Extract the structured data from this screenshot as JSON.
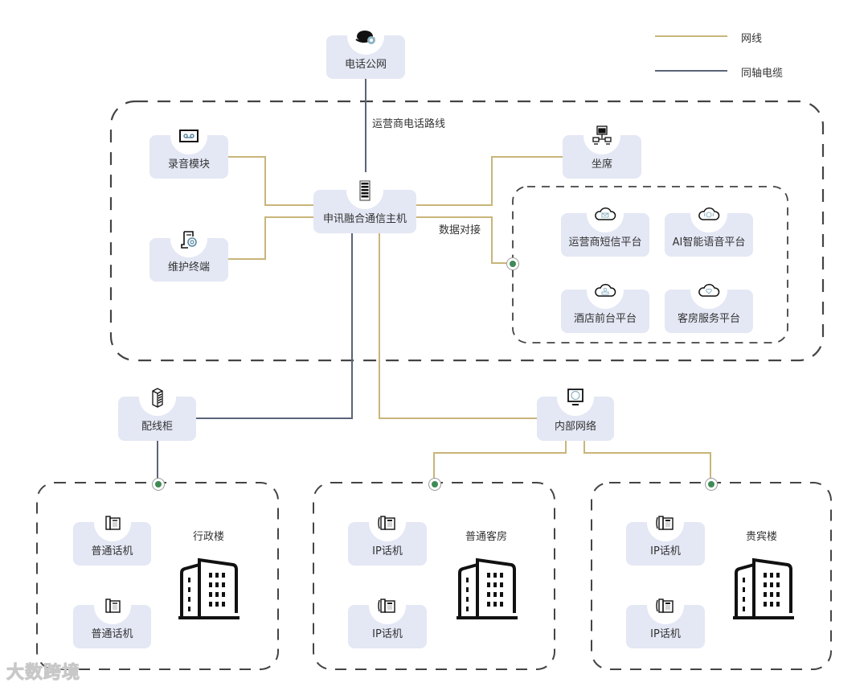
{
  "legend": {
    "items": [
      {
        "label": "网线",
        "color": "#c9b57a"
      },
      {
        "label": "同轴电缆",
        "color": "#5b6478"
      }
    ]
  },
  "colors": {
    "node_bg": "#e4e7f4",
    "network_line": "#c9b57a",
    "coax_line": "#5b6478",
    "dashed_border": "#444444",
    "port_dot": "#3f8a55"
  },
  "nodes": {
    "pstn": {
      "label": "电话公网",
      "icon": "globe-phone-icon"
    },
    "recording": {
      "label": "录音模块",
      "icon": "voicemail-icon"
    },
    "maintenance": {
      "label": "维护终端",
      "icon": "document-gear-icon"
    },
    "host": {
      "label": "申讯融合通信主机",
      "icon": "server-icon"
    },
    "seat": {
      "label": "坐席",
      "icon": "workstation-network-icon"
    },
    "sms": {
      "label": "运营商短信平台",
      "icon": "cloud-mail-icon"
    },
    "ai_voice": {
      "label": "AI智能语音平台",
      "icon": "cloud-ai-voice-icon"
    },
    "front_desk": {
      "label": "酒店前台平台",
      "icon": "cloud-reception-icon"
    },
    "room_service": {
      "label": "客房服务平台",
      "icon": "cloud-heart-icon"
    },
    "distribution": {
      "label": "配线柜",
      "icon": "cabinet-icon"
    },
    "intranet": {
      "label": "内部网络",
      "icon": "monitor-globe-icon"
    }
  },
  "line_labels": {
    "carrier": "运营商电话路线",
    "data": "数据对接"
  },
  "buildings": [
    {
      "name": "行政楼",
      "phones": [
        "普通话机",
        "普通话机"
      ]
    },
    {
      "name": "普通客房",
      "phones": [
        "IP话机",
        "IP话机"
      ]
    },
    {
      "name": "贵宾楼",
      "phones": [
        "IP话机",
        "IP话机"
      ]
    }
  ],
  "watermark": "大数跨境"
}
